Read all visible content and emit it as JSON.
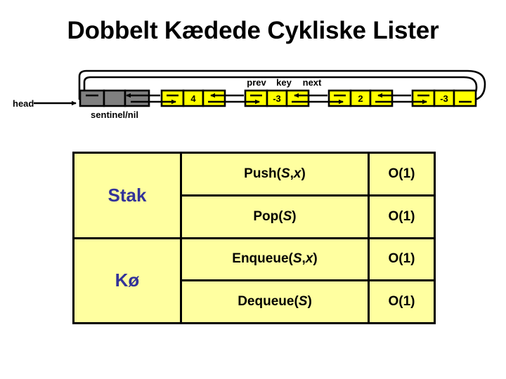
{
  "title": "Dobbelt Kædede Cykliske Lister",
  "diagram": {
    "head_label": "head",
    "sentinel_label": "sentinel/nil",
    "field_labels": {
      "prev": "prev",
      "key": "key",
      "next": "next"
    },
    "nodes": [
      {
        "key": "",
        "type": "sentinel"
      },
      {
        "key": "4",
        "type": "node"
      },
      {
        "key": "-3",
        "type": "node"
      },
      {
        "key": "2",
        "type": "node"
      },
      {
        "key": "-3",
        "type": "node"
      }
    ],
    "colors": {
      "node_fill": "#ffff00",
      "sentinel_fill": "#808080",
      "stroke": "#000000"
    }
  },
  "table": {
    "rows": [
      {
        "structure": "Stak",
        "operations": [
          {
            "name_html": "Push(<em>S</em>,<em>x</em>)",
            "name_text": "Push(S,x)",
            "cost": "O(1)"
          },
          {
            "name_html": "Pop(<em>S</em>)",
            "name_text": "Pop(S)",
            "cost": "O(1)"
          }
        ]
      },
      {
        "structure": "Kø",
        "operations": [
          {
            "name_html": "Enqueue(<em>S</em>,<em>x</em>)",
            "name_text": "Enqueue(S,x)",
            "cost": "O(1)"
          },
          {
            "name_html": "Dequeue(<em>S</em>)",
            "name_text": "Dequeue(S)",
            "cost": "O(1)"
          }
        ]
      }
    ],
    "colors": {
      "cell_fill": "#ffffa0",
      "border": "#000000",
      "structure_text": "#333399",
      "operation_text": "#000000"
    }
  }
}
